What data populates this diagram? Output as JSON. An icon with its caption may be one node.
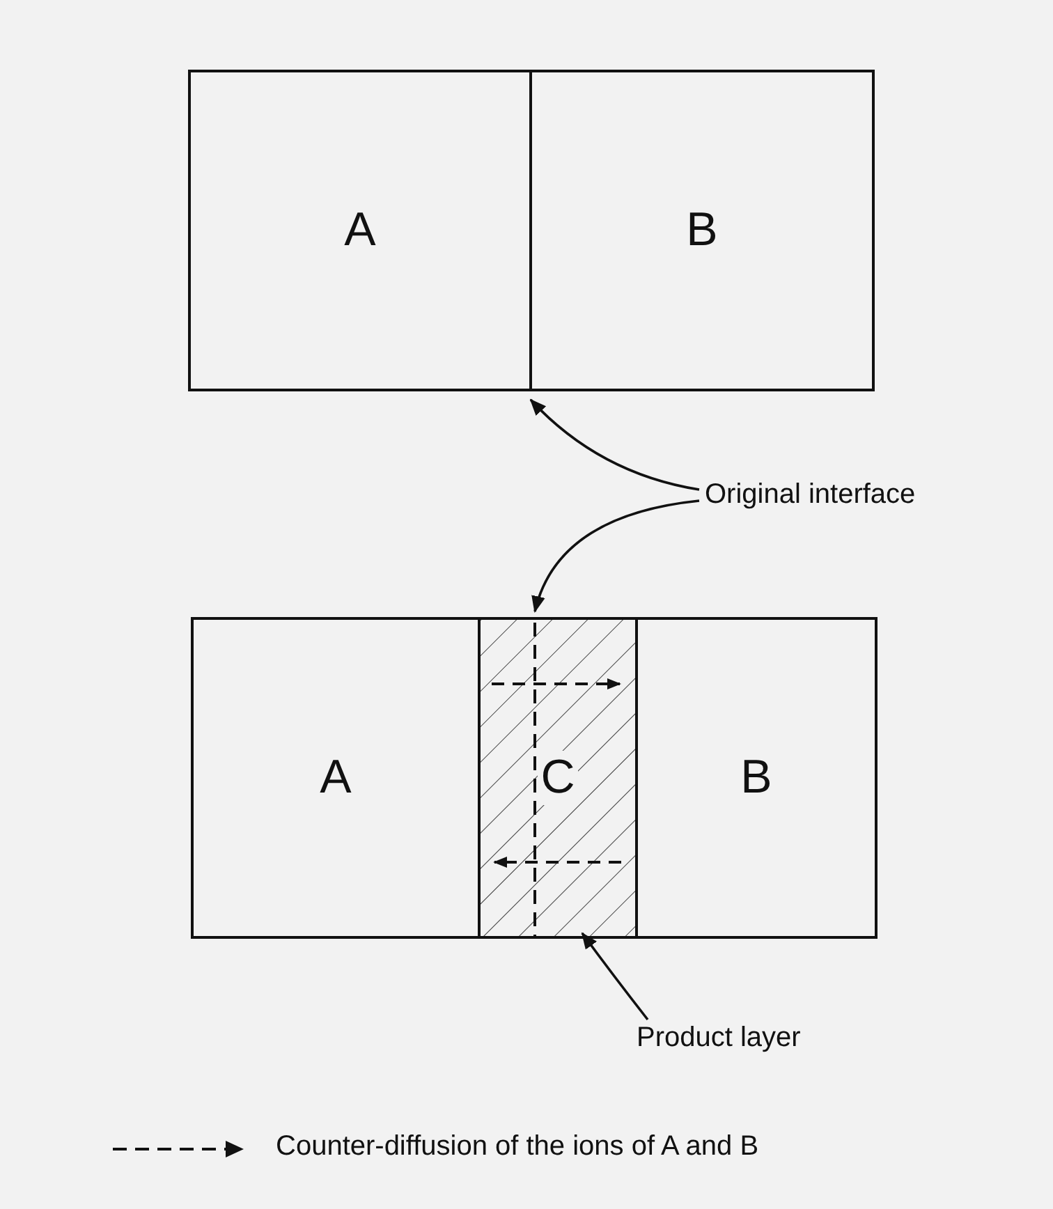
{
  "diagram": {
    "nodes": [
      {
        "text": [
          "A"
        ]
      },
      {
        "text": [
          "B"
        ]
      },
      {
        "text": [
          "A"
        ]
      },
      {
        "text": [
          "C"
        ]
      },
      {
        "text": [
          "B"
        ]
      },
      {
        "text": [
          "Original interface"
        ]
      },
      {
        "text": [
          "Product layer"
        ]
      },
      {
        "text": [],
        "shape": "line"
      },
      {
        "text": [],
        "shape": "line",
        "in": 3
      }
    ],
    "edges": [
      {
        "from": 5,
        "to": 7,
        "arrow": "to"
      },
      {
        "from": 5,
        "to": 8,
        "arrow": "to"
      },
      {
        "from": 6,
        "to": 3,
        "arrow": "to"
      }
    ],
    "legend": [
      {
        "text": "Counter-diffusion of the ions of A and B"
      }
    ]
  }
}
